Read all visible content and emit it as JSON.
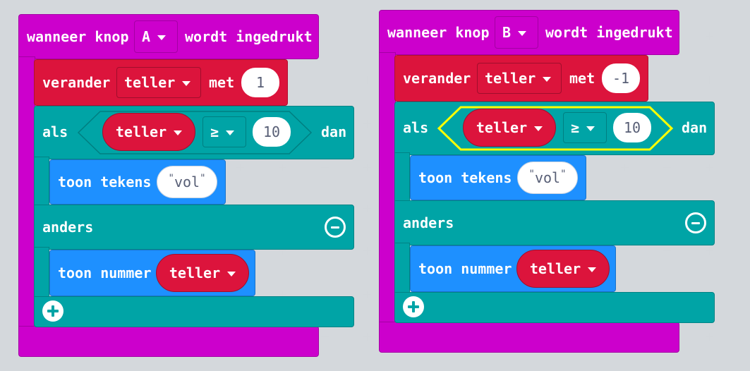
{
  "colors": {
    "events": "#cc00cc",
    "variables": "#dc143c",
    "logic": "#00a4a6",
    "basic": "#1e90ff",
    "highlight": "#ffff00",
    "background": "#e9ecee"
  },
  "stacks": [
    {
      "event": {
        "prefix": "wanneer knop",
        "button": "A",
        "suffix": "wordt ingedrukt"
      },
      "change": {
        "label": "verander",
        "variable": "teller",
        "with": "met",
        "value": "1"
      },
      "if": {
        "if_label": "als",
        "left_var": "teller",
        "operator": "≥",
        "right_value": "10",
        "then_label": "dan",
        "then_block": {
          "label": "toon tekens",
          "value": "vol"
        },
        "else_label": "anders",
        "else_block": {
          "label": "toon nummer",
          "variable": "teller"
        }
      }
    },
    {
      "event": {
        "prefix": "wanneer knop",
        "button": "B",
        "suffix": "wordt ingedrukt"
      },
      "change": {
        "label": "verander",
        "variable": "teller",
        "with": "met",
        "value": "-1"
      },
      "if": {
        "if_label": "als",
        "left_var": "teller",
        "operator": "≥",
        "right_value": "10",
        "then_label": "dan",
        "then_block": {
          "label": "toon tekens",
          "value": "vol"
        },
        "else_label": "anders",
        "else_block": {
          "label": "toon nummer",
          "variable": "teller"
        }
      }
    }
  ]
}
